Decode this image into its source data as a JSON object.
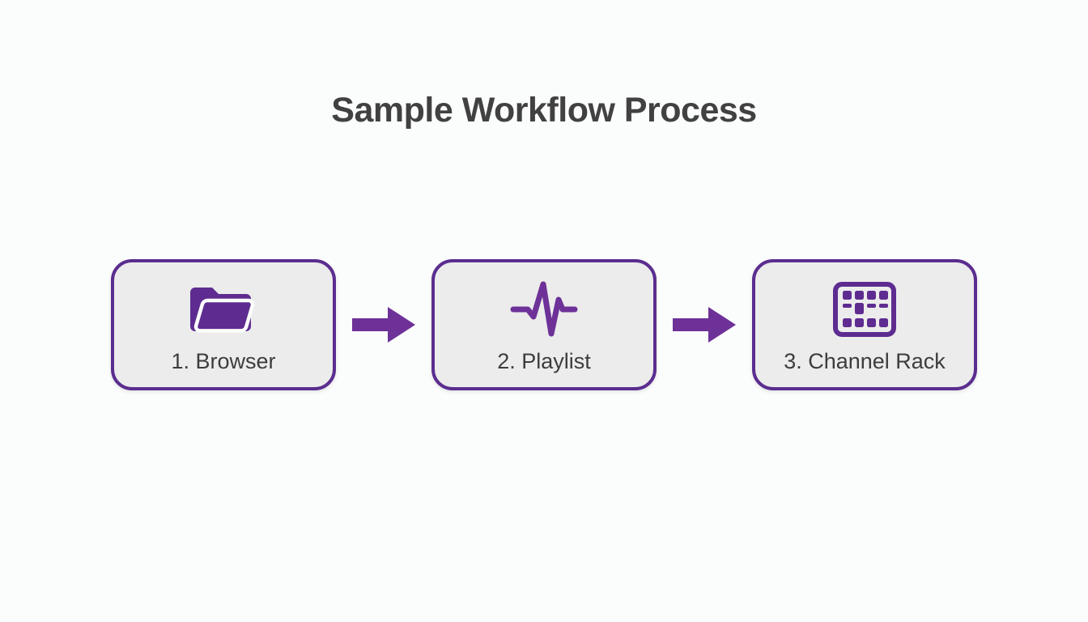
{
  "title": "Sample Workflow Process",
  "colors": {
    "background": "#fbfcfc",
    "box_fill": "#ececec",
    "box_border": "#5b2d8f",
    "icon_purple": "#5e2c90",
    "arrow_purple": "#6d3198",
    "label_text": "#3d3d3d",
    "title_text": "#414141"
  },
  "steps": [
    {
      "label": "1. Browser",
      "icon": "folder-open-icon"
    },
    {
      "label": "2. Playlist",
      "icon": "waveform-pulse-icon"
    },
    {
      "label": "3. Channel Rack",
      "icon": "step-grid-icon"
    }
  ],
  "connectors": [
    {
      "icon": "arrow-right-icon"
    },
    {
      "icon": "arrow-right-icon"
    }
  ]
}
